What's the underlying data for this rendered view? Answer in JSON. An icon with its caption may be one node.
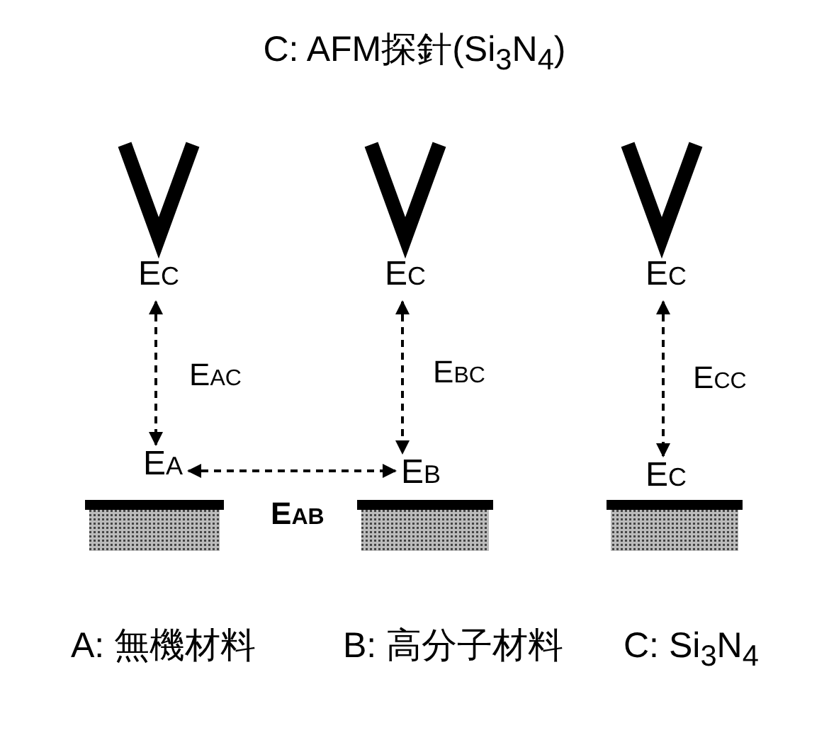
{
  "diagram": {
    "title": "C: AFM探針(Si$_{3}$N$_{4}$)",
    "nodes": [
      {
        "text": [
          "EC"
        ]
      },
      {
        "text": [
          "EC"
        ]
      },
      {
        "text": [
          "EC"
        ]
      },
      {
        "text": [
          "EA"
        ]
      },
      {
        "text": [
          "EB"
        ]
      },
      {
        "text": [
          "EC"
        ]
      }
    ],
    "edges": [
      {
        "from": 0,
        "to": 3,
        "arrow": "both",
        "style": "dashed",
        "label": "EAC"
      },
      {
        "from": 1,
        "to": 4,
        "arrow": "both",
        "style": "dashed",
        "label": "EBC"
      },
      {
        "from": 2,
        "to": 5,
        "arrow": "both",
        "style": "dashed",
        "label": "ECC"
      },
      {
        "from": 3,
        "to": 4,
        "arrow": "both",
        "style": "dashed",
        "label": "EAB"
      }
    ],
    "labels": [
      "A: 無機材料",
      "B: 高分子材料",
      "C: Si$_{3}$N$_{4}$"
    ]
  }
}
